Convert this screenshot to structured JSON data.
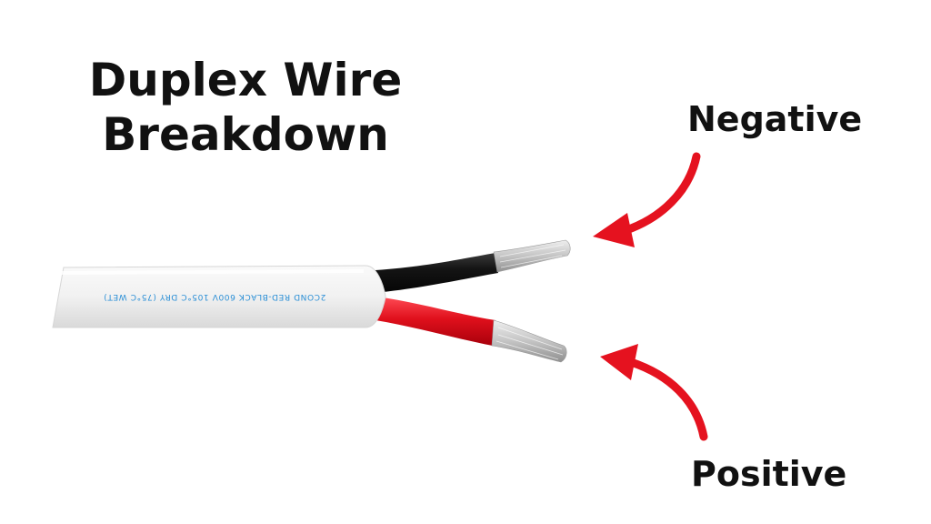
{
  "title": {
    "line1": "Duplex Wire",
    "line2": "Breakdown"
  },
  "labels": {
    "negative": "Negative",
    "positive": "Positive"
  },
  "jacket_printing": {
    "text": "2COND    RED-BLACK    600V    105°C    DRY    (75°C WET)"
  },
  "colors": {
    "jacket": "#f1f1f1",
    "black_conductor": "#141414",
    "red_conductor": "#e0101c",
    "strands": "#c8c8c8",
    "arrow": "#e5121f",
    "printing": "#2b8fd6"
  },
  "icons": {
    "negative_arrow": "curved-arrow-icon",
    "positive_arrow": "curved-arrow-icon"
  }
}
